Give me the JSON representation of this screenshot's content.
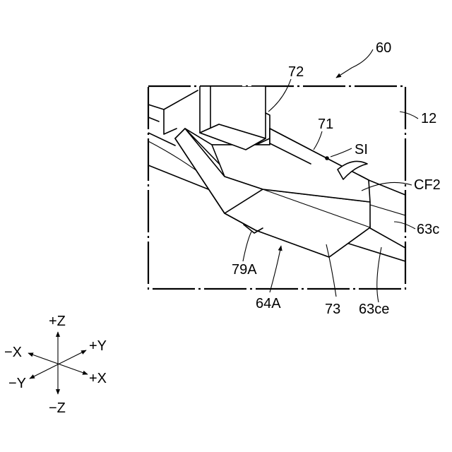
{
  "figure": {
    "labels": {
      "assembly": "60",
      "enclosure": "12",
      "upper_part": "72",
      "plate": "71",
      "point": "SI",
      "curve": "CF2",
      "member": "63c",
      "member_edge": "63ce",
      "guide": "64A",
      "base_part": "73",
      "lower_face": "79A"
    },
    "axes": {
      "plus_z": "+Z",
      "minus_z": "−Z",
      "plus_x": "+X",
      "minus_x": "−X",
      "plus_y": "+Y",
      "minus_y": "−Y"
    }
  }
}
